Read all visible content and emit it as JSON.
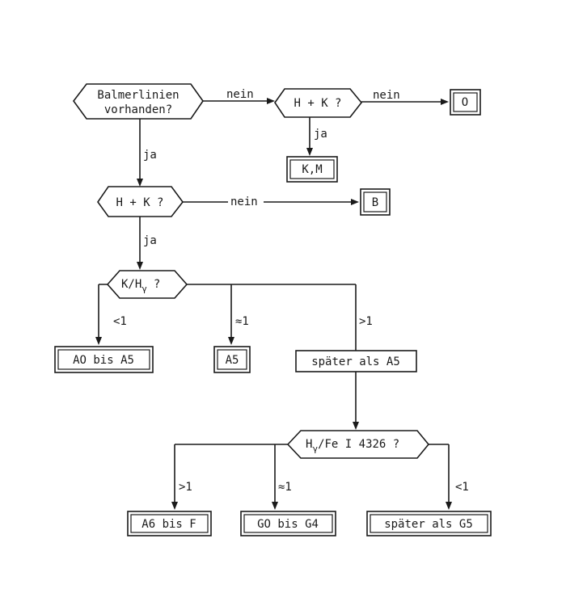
{
  "decisions": {
    "balmer": {
      "line1": "Balmerlinien",
      "line2": "vorhanden?"
    },
    "hk_top": "H + K ?",
    "hk_mid": "H + K ?",
    "kh": {
      "main": "K/H",
      "sub": "γ",
      "q": "?"
    },
    "hfe": {
      "main": "H",
      "sub": "γ",
      "rest": "/Fe I 4326 ?"
    }
  },
  "results": {
    "o": "O",
    "km": "K,M",
    "b": "B",
    "a0_a5": "AO bis A5",
    "a5": "A5",
    "later_a5": "später als A5",
    "a6_f": "A6 bis F",
    "g0_g4": "GO bis G4",
    "later_g5": "später als G5"
  },
  "edges": {
    "no_1": "nein",
    "no_2": "nein",
    "yes_1": "ja",
    "yes_2": "ja",
    "no_3": "nein",
    "yes_3": "ja",
    "lt1_a": "<1",
    "approx1_a": "≈1",
    "gt1_a": ">1",
    "gt1_b": ">1",
    "approx1_b": "≈1",
    "lt1_b": "<1"
  }
}
